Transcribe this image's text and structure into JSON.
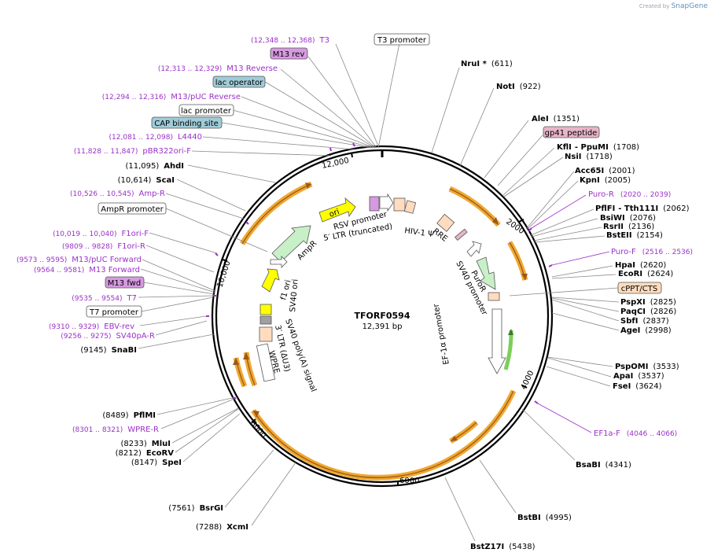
{
  "header": {
    "created_by": "Created by",
    "brand": "SnapGene"
  },
  "plasmid": {
    "name": "TFORF0594",
    "length": "12,391 bp",
    "length_bp": 12391
  },
  "colors": {
    "enzyme_text": "#000000",
    "enzyme_number": "#000000",
    "primer_text": "#9b30c8",
    "primer_line": "#9b30c8",
    "leader_line": "#888888",
    "backbone": "#000000",
    "orange_arrow": "#f0a830",
    "orange_arrow_dark": "#9a5a1c",
    "green_feature": "#c8f0c8",
    "yellow_feature": "#ffff00",
    "peach_feature": "#ffdcc0",
    "blue_box": "#a0ccd8",
    "pink_box": "#e8b4c8",
    "magenta_box": "#d69ae0",
    "peach_box": "#ffdcc0"
  },
  "tick_labels": [
    "2000",
    "4000",
    "6000",
    "8000",
    "10,000",
    "12,000"
  ],
  "enzymes_right": [
    {
      "name": "NruI *",
      "pos": "(611)"
    },
    {
      "name": "NotI",
      "pos": "(922)"
    },
    {
      "name": "AleI",
      "pos": "(1351)"
    },
    {
      "name": "KflI",
      "extra": "- PpuMI",
      "pos": "(1708)"
    },
    {
      "name": "NsiI",
      "pos": "(1718)"
    },
    {
      "name": "Acc65I",
      "pos": "(2001)"
    },
    {
      "name": "KpnI",
      "pos": "(2005)"
    },
    {
      "name": "PflFI",
      "extra": "- Tth111I",
      "pos": "(2062)"
    },
    {
      "name": "BsiWI",
      "pos": "(2076)"
    },
    {
      "name": "RsrII",
      "pos": "(2136)"
    },
    {
      "name": "BstEII",
      "pos": "(2154)"
    },
    {
      "name": "HpaI",
      "pos": "(2620)"
    },
    {
      "name": "EcoRI",
      "pos": "(2624)"
    },
    {
      "name": "PspXI",
      "pos": "(2825)"
    },
    {
      "name": "PaqCI",
      "pos": "(2826)"
    },
    {
      "name": "SbfI",
      "pos": "(2837)"
    },
    {
      "name": "AgeI",
      "pos": "(2998)"
    },
    {
      "name": "PspOMI",
      "pos": "(3533)"
    },
    {
      "name": "ApaI",
      "pos": "(3537)"
    },
    {
      "name": "FseI",
      "pos": "(3624)"
    },
    {
      "name": "BsaBI",
      "pos": "(4341)"
    },
    {
      "name": "BstBI",
      "pos": "(4995)"
    },
    {
      "name": "BstZ17I",
      "pos": "(5438)"
    }
  ],
  "enzymes_left": [
    {
      "name": "AhdI",
      "pos": "(11,095)"
    },
    {
      "name": "ScaI",
      "pos": "(10,614)"
    },
    {
      "name": "SnaBI",
      "pos": "(9145)"
    },
    {
      "name": "PflMI",
      "pos": "(8489)"
    },
    {
      "name": "MluI",
      "pos": "(8233)"
    },
    {
      "name": "EcoRV",
      "pos": "(8212)"
    },
    {
      "name": "SpeI",
      "pos": "(8147)"
    },
    {
      "name": "BsrGI",
      "pos": "(7561)"
    },
    {
      "name": "XcmI",
      "pos": "(7288)"
    }
  ],
  "primers_left": [
    {
      "name": "T3",
      "pos": "(12,348 .. 12,368)"
    },
    {
      "name": "M13 Reverse",
      "pos": "(12,313 .. 12,329)"
    },
    {
      "name": "M13/pUC Reverse",
      "pos": "(12,294 .. 12,316)"
    },
    {
      "name": "L4440",
      "pos": "(12,081 .. 12,098)"
    },
    {
      "name": "pBR322ori-F",
      "pos": "(11,828 .. 11,847)"
    },
    {
      "name": "Amp-R",
      "pos": "(10,526 .. 10,545)"
    },
    {
      "name": "F1ori-F",
      "pos": "(10,019 .. 10,040)"
    },
    {
      "name": "F1ori-R",
      "pos": "(9809 .. 9828)"
    },
    {
      "name": "M13/pUC Forward",
      "pos": "(9573 .. 9595)"
    },
    {
      "name": "M13 Forward",
      "pos": "(9564 .. 9581)"
    },
    {
      "name": "T7",
      "pos": "(9535 .. 9554)"
    },
    {
      "name": "EBV-rev",
      "pos": "(9310 .. 9329)"
    },
    {
      "name": "SV40pA-R",
      "pos": "(9256 .. 9275)"
    },
    {
      "name": "WPRE-R",
      "pos": "(8301 .. 8321)"
    }
  ],
  "primers_right": [
    {
      "name": "Puro-R",
      "pos": "(2020 .. 2039)"
    },
    {
      "name": "Puro-F",
      "pos": "(2516 .. 2536)"
    },
    {
      "name": "EF1a-F",
      "pos": "(4046 .. 4066)"
    }
  ],
  "boxed_labels": {
    "t3_promoter": "T3 promoter",
    "m13_rev": "M13 rev",
    "lac_operator": "lac operator",
    "lac_promoter": "lac promoter",
    "cap_binding_site": "CAP binding site",
    "ampr_promoter": "AmpR promoter",
    "m13_fwd": "M13 fwd",
    "t7_promoter": "T7 promoter",
    "gp41_peptide": "gp41 peptide",
    "cppt_cts": "cPPT/CTS"
  },
  "inner_features": {
    "ori": "ori",
    "ampr": "AmpR",
    "f1_ori": "f1 ori",
    "sv40_ori": "SV40 ori",
    "rsv_promoter": "RSV promoter",
    "ltr_truncated": "5′ LTR (truncated)",
    "hiv1_psi": "HIV-1 Ψ",
    "rre": "RRE",
    "puror": "PuroR",
    "sv40_promoter": "SV40 promoter",
    "ef1a_promoter": "EF-1α promoter",
    "sv40_polya": "SV40 poly(A) signal",
    "ltr_3": "3′ LTR (ΔU3)",
    "wpre": "WPRE"
  }
}
